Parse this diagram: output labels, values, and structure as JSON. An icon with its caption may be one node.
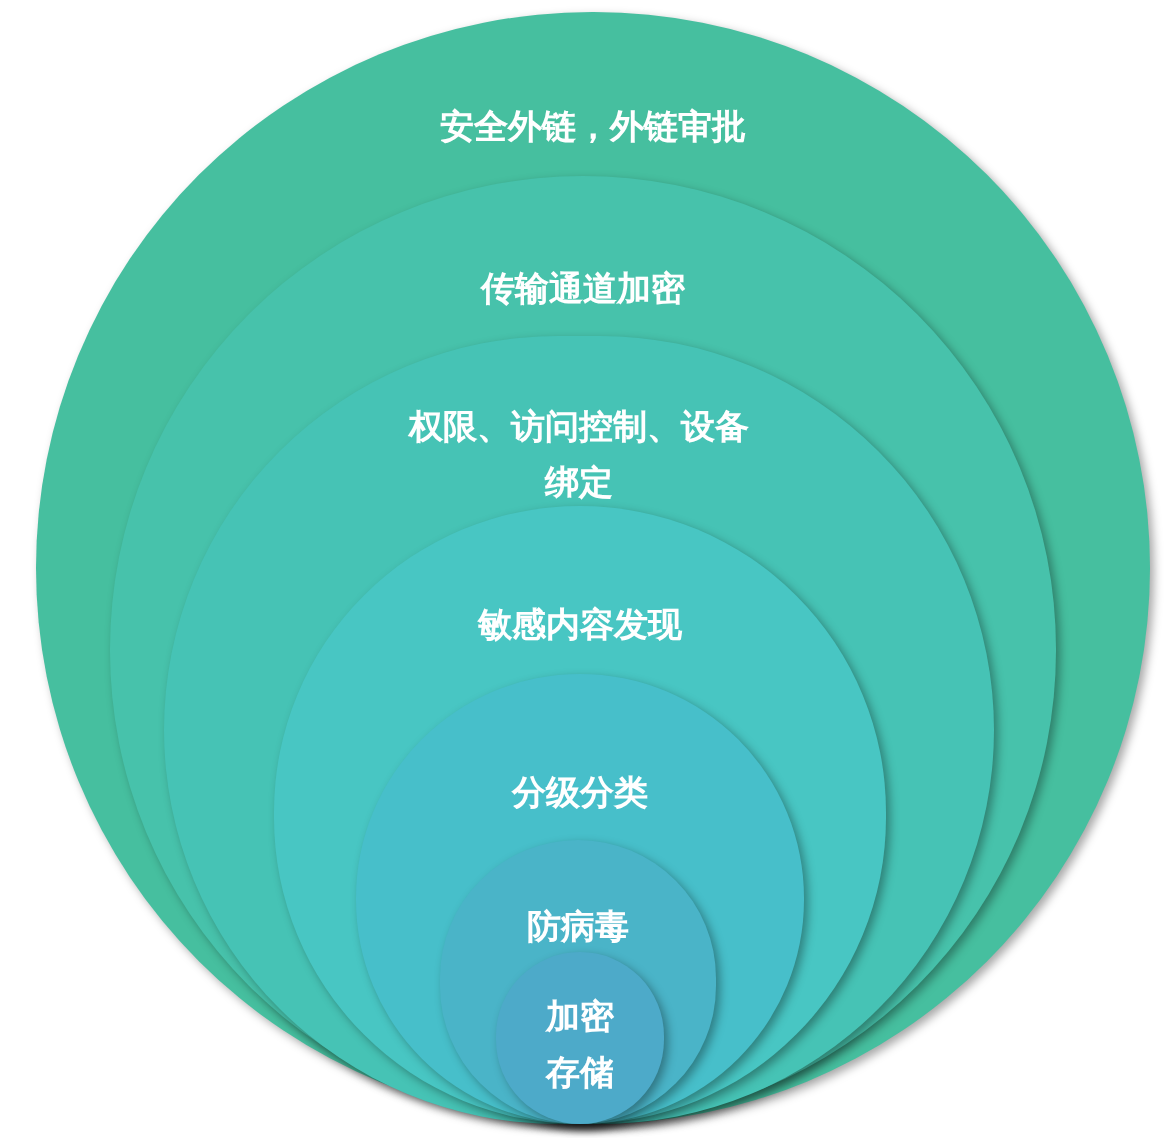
{
  "diagram": {
    "nodes": [
      {
        "text": [
          "安全外链，外链审批"
        ]
      },
      {
        "text": [
          "传输通道加密"
        ],
        "in": 0
      },
      {
        "text": [
          "权限、访问控制、设备绑定"
        ],
        "in": 1
      },
      {
        "text": [
          "敏感内容发现"
        ],
        "in": 2
      },
      {
        "text": [
          "分级分类"
        ],
        "in": 3
      },
      {
        "text": [
          "防病毒"
        ],
        "in": 4
      },
      {
        "text": [
          "加密存储"
        ],
        "in": 5
      }
    ]
  }
}
